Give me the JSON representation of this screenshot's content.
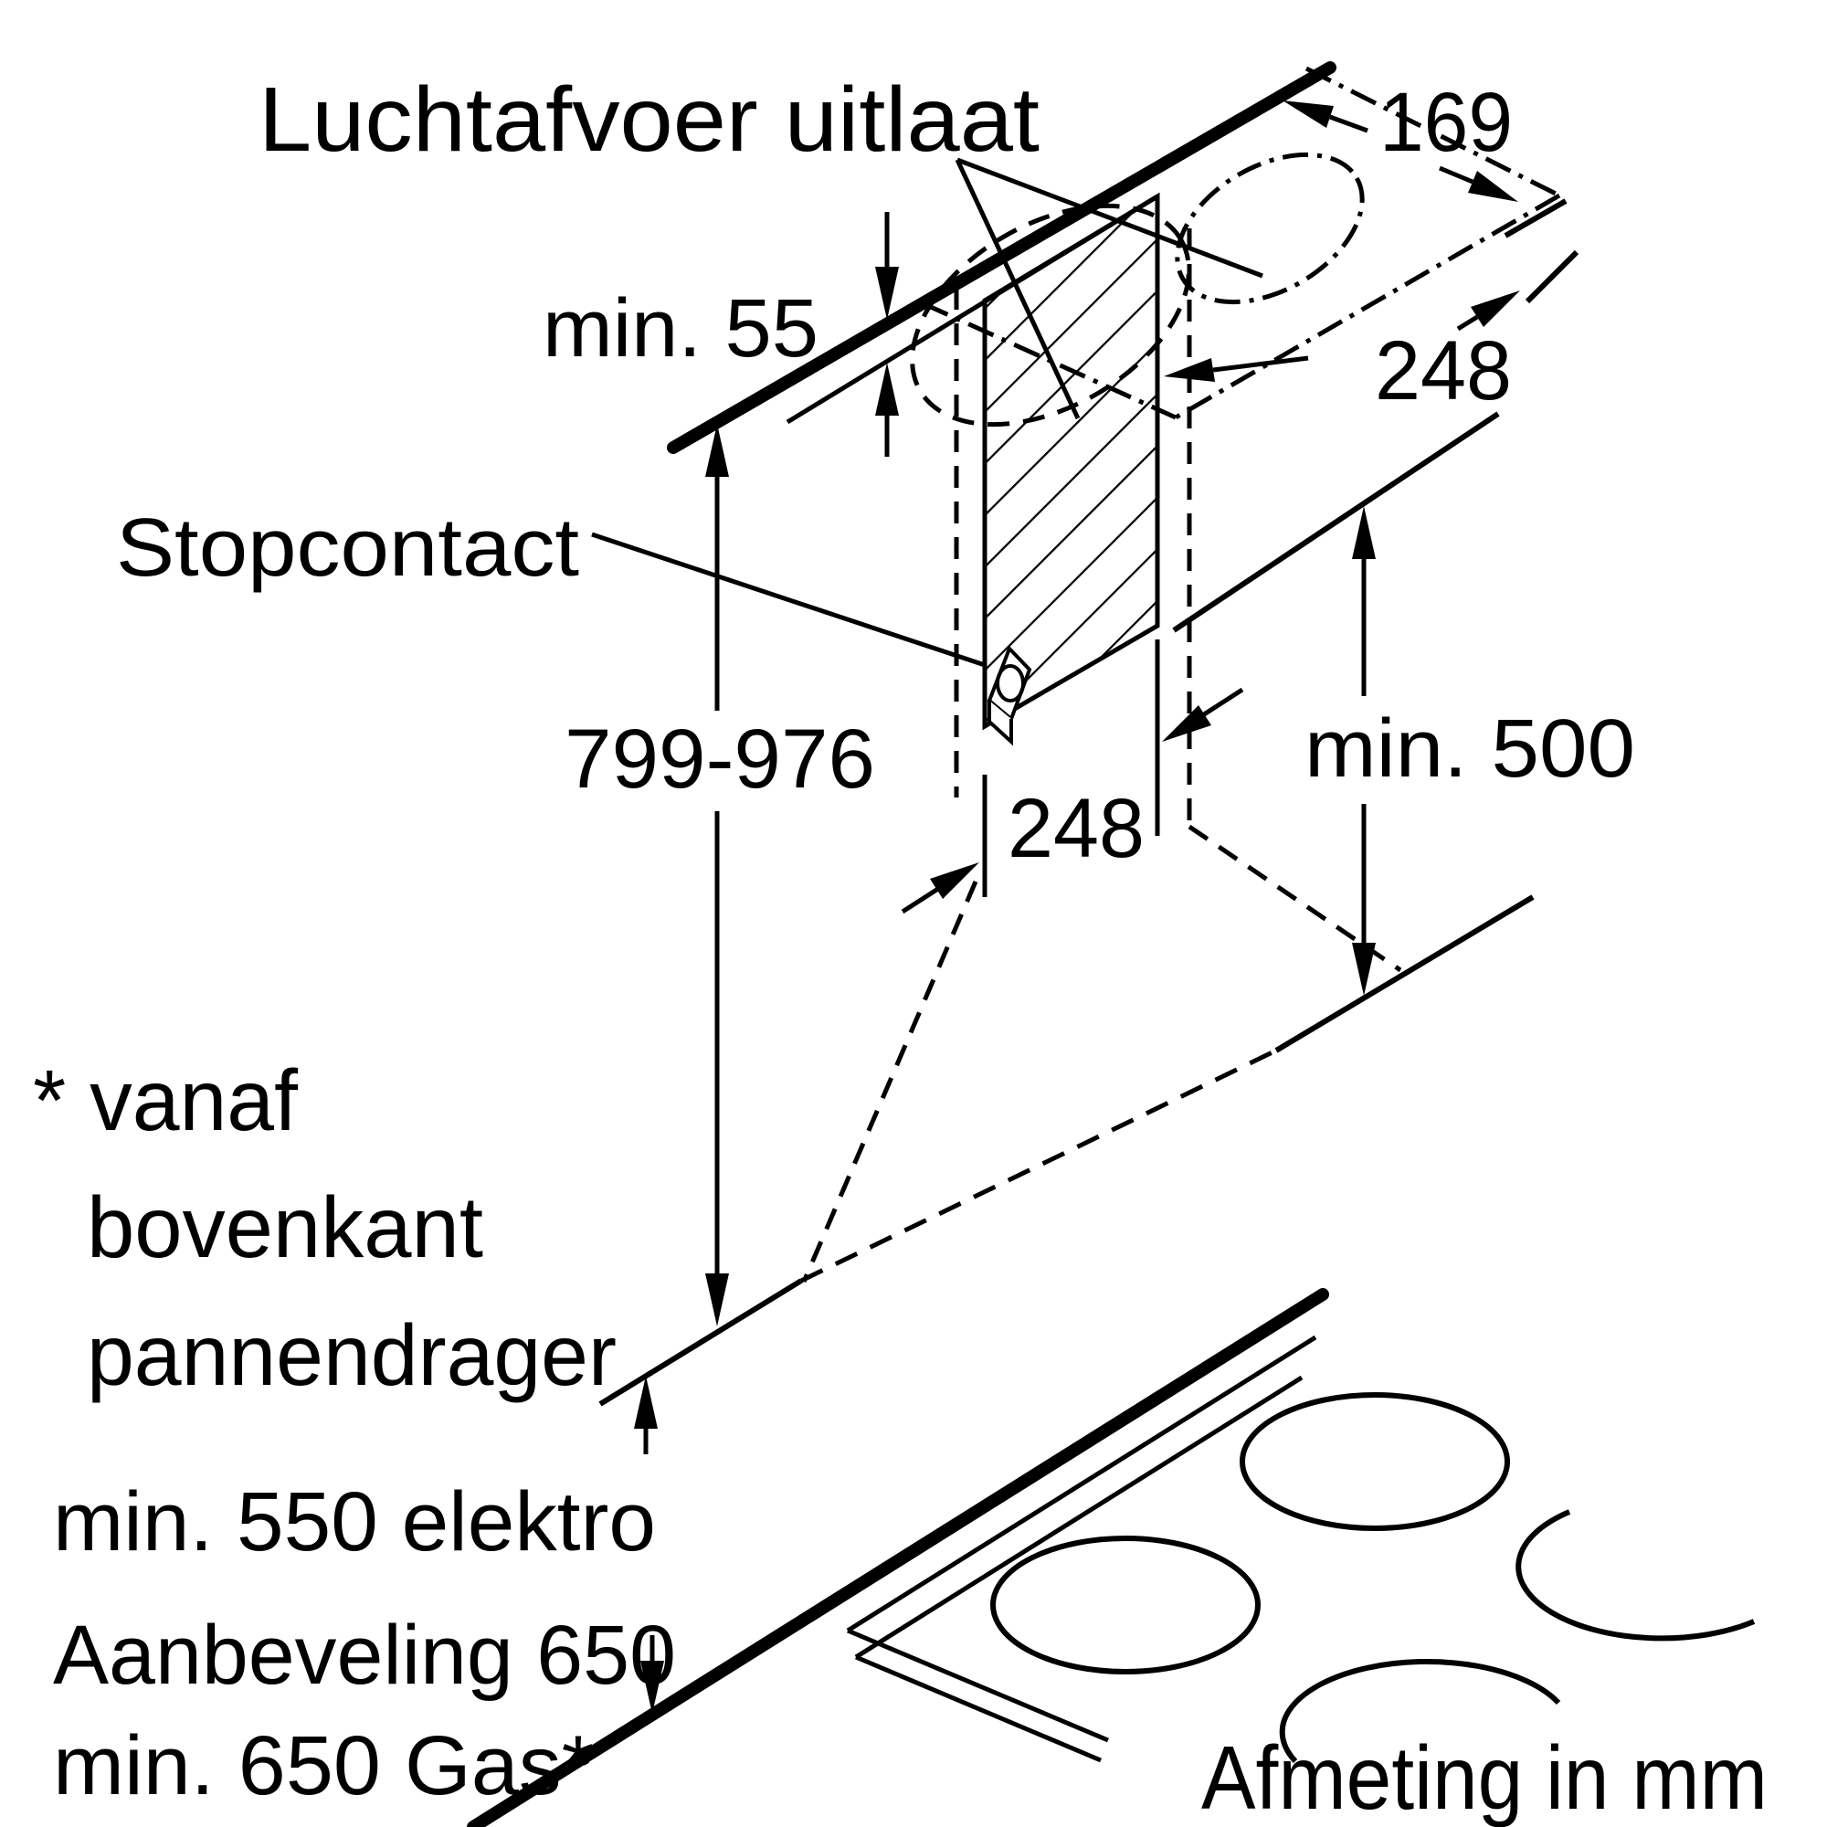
{
  "diagram": {
    "type": "appliance-installation-drawing",
    "units_note": "Afmeting in mm",
    "colors": {
      "line": "#000000",
      "background": "#ffffff"
    },
    "labels": {
      "outlet": "Luchtafvoer uitlaat",
      "socket": "Stopcontact",
      "wall_gap": "min. 55",
      "duct_depth": "169",
      "duct_width_top": "248",
      "mount_height_range": "799-976",
      "mount_width_bottom": "248",
      "hood_clearance": "min. 500",
      "footnote_star_1": "* vanaf",
      "footnote_star_2": "bovenkant",
      "footnote_star_3": "pannendrager",
      "clearance_electric": "min. 550 elektro",
      "clearance_recommended": "Aanbeveling 650",
      "clearance_gas": "min. 650 Gas*"
    },
    "dimensions_mm": {
      "min_ceiling_gap": 55,
      "duct_cutout_depth": 169,
      "duct_cutout_width": 248,
      "mounting_height_min": 799,
      "mounting_height_max": 976,
      "chimney_width": 248,
      "min_wall_clearance_below_hood": 500,
      "min_distance_electric_hob": 550,
      "recommended_distance": 650,
      "min_distance_gas_hob": 650
    }
  }
}
